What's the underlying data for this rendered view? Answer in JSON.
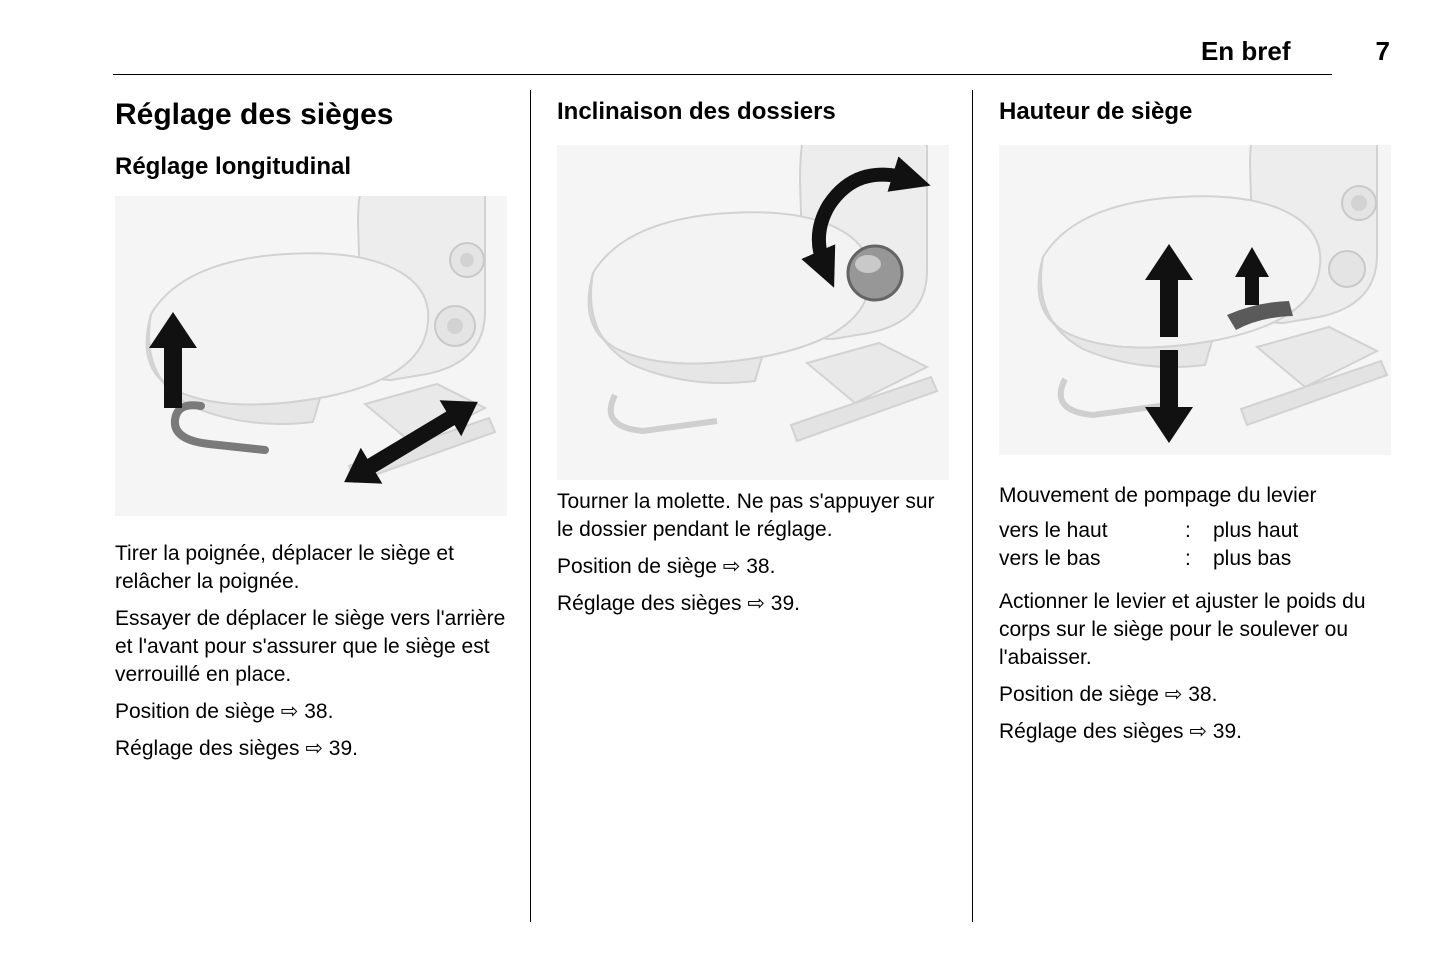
{
  "header": {
    "section_title": "En bref",
    "page_number": "7"
  },
  "columns": [
    {
      "title": "Réglage des sièges",
      "subtitle": "Réglage longitudinal",
      "image_name": "seat-longitudinal-adjustment-illustration",
      "paragraphs": [
        "Tirer la poignée, déplacer le siège et relâcher la poignée.",
        "Essayer de déplacer le siège vers l'arrière et l'avant pour s'assurer que le siège est verrouillé en place."
      ],
      "references": [
        {
          "label": "Position de siège",
          "symbol": "⇨",
          "page": "38."
        },
        {
          "label": "Réglage des sièges",
          "symbol": "⇨",
          "page": "39."
        }
      ]
    },
    {
      "title": "Inclinaison des dossiers",
      "image_name": "seat-backrest-inclination-illustration",
      "paragraphs": [
        "Tourner la molette. Ne pas s'appuyer sur le dossier pendant le réglage."
      ],
      "references": [
        {
          "label": "Position de siège",
          "symbol": "⇨",
          "page": "38."
        },
        {
          "label": "Réglage des sièges",
          "symbol": "⇨",
          "page": "39."
        }
      ]
    },
    {
      "title": "Hauteur de siège",
      "image_name": "seat-height-adjustment-illustration",
      "lead": "Mouvement de pompage du levier",
      "table": [
        {
          "term": "vers le haut",
          "separator": ":",
          "definition": "plus haut"
        },
        {
          "term": "vers le bas",
          "separator": ":",
          "definition": "plus bas"
        }
      ],
      "paragraphs": [
        "Actionner le levier et ajuster le poids du corps sur le siège pour le soulever ou l'abaisser."
      ],
      "references": [
        {
          "label": "Position de siège",
          "symbol": "⇨",
          "page": "38."
        },
        {
          "label": "Réglage des sièges",
          "symbol": "⇨",
          "page": "39."
        }
      ]
    }
  ]
}
